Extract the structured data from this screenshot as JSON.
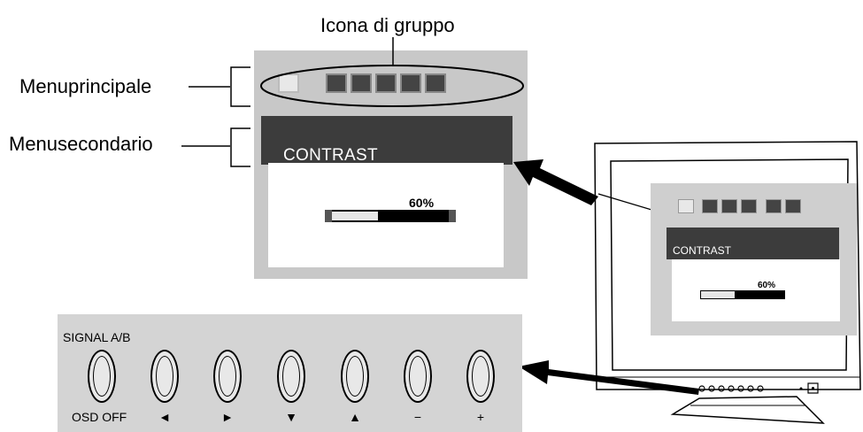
{
  "callouts": {
    "group_icon": "Icona di gruppo",
    "main_menu": "Menuprincipale",
    "sub_menu": "Menusecondario"
  },
  "osd": {
    "submenu_title": "CONTRAST",
    "percent_label": "60%",
    "slider_level_percent": 60,
    "toolbar_icons": [
      "picture-icon",
      "size-icon",
      "geometry-icon",
      "color-icon",
      "position-icon",
      "tools-icon"
    ],
    "submenu_icons": [
      "left-arrow-icon",
      "contrast-icon",
      "brightness-icon",
      "degauss-icon",
      "reset-icon",
      "right-arrow-icon"
    ]
  },
  "button_panel": {
    "title": "SIGNAL A/B",
    "buttons": [
      {
        "name": "osd-off",
        "label": "OSD OFF"
      },
      {
        "name": "left",
        "label": "◄"
      },
      {
        "name": "right",
        "label": "►"
      },
      {
        "name": "down",
        "label": "▼"
      },
      {
        "name": "up",
        "label": "▲"
      },
      {
        "name": "minus",
        "label": "−"
      },
      {
        "name": "plus",
        "label": "+"
      }
    ]
  },
  "monitor_screen": {
    "submenu_title": "CONTRAST",
    "percent_label": "60%",
    "slider_level_percent": 60
  },
  "colors": {
    "panel_gray": "#c8c8c8",
    "submenu_dark": "#3c3c3c",
    "button_panel_gray": "#d4d4d4"
  }
}
